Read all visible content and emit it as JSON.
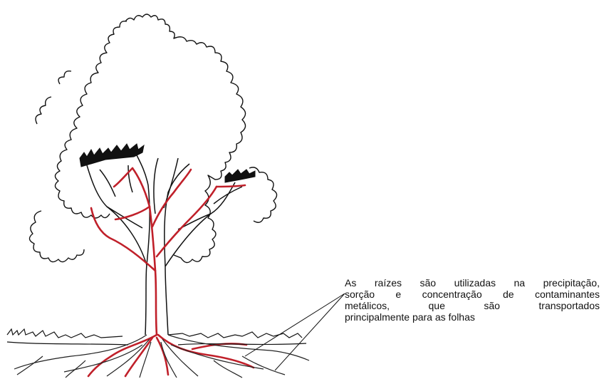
{
  "caption": {
    "lines": [
      "As raízes são utilizadas na precipitação,",
      "sorção e concentração de contaminantes",
      "metálicos,      que      são      transportados",
      "principalmente para as folhas"
    ]
  },
  "colors": {
    "outline": "#111111",
    "vessels": "#c0202a",
    "pointer": "#111111"
  }
}
